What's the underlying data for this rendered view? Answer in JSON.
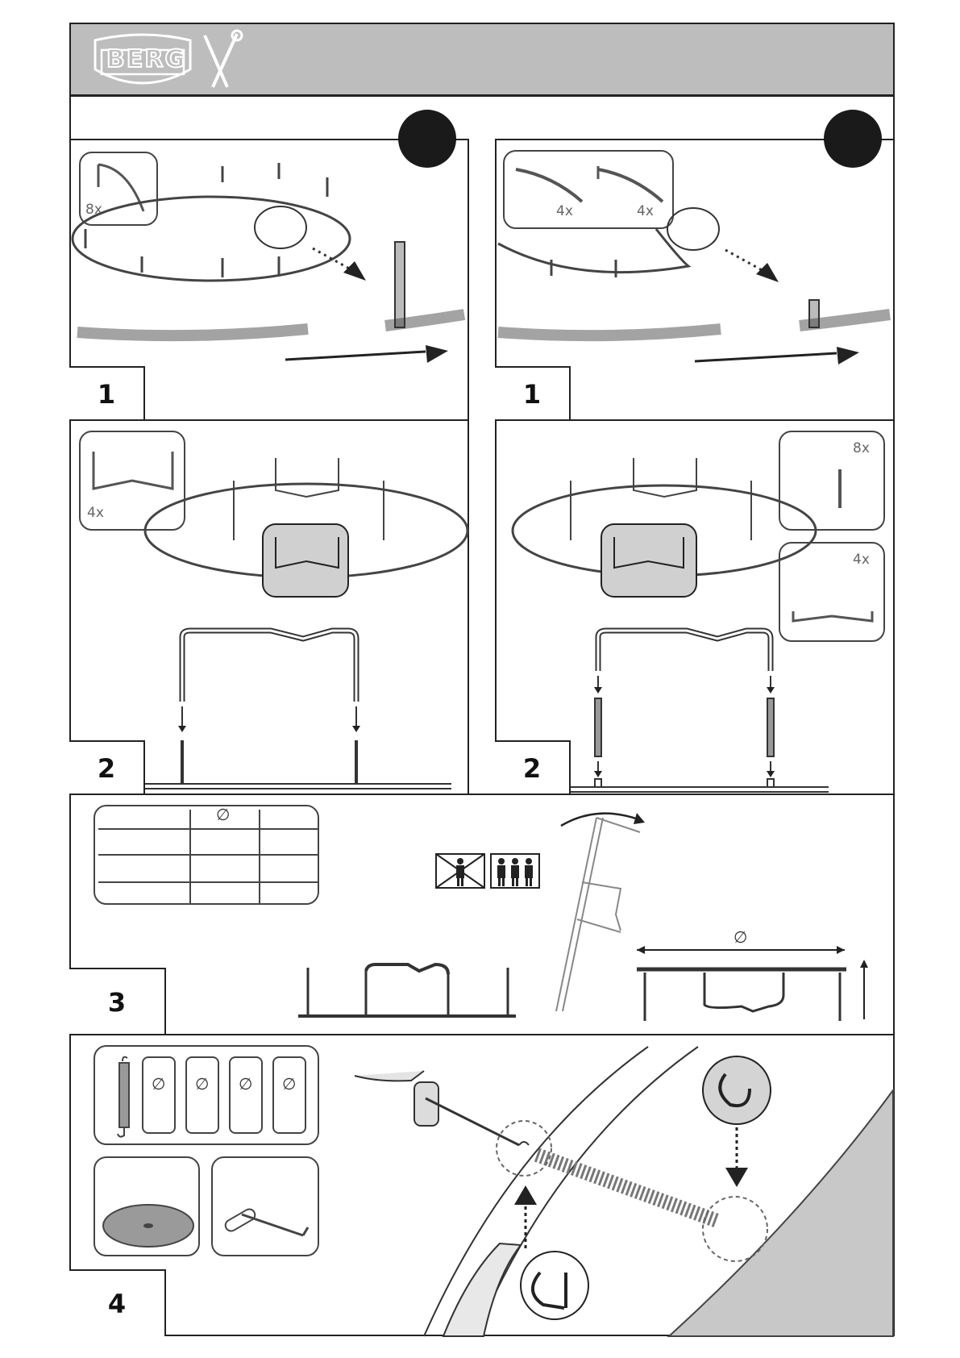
{
  "header": {
    "brand": "BERG",
    "logo_icon": "shield-logo",
    "tools_icon": "screwdriver-wrench-icon",
    "background": "#bdbdbd"
  },
  "steps": {
    "s1a": "1",
    "s1b": "1",
    "s2a": "2",
    "s2b": "2",
    "s3": "3",
    "s4": "4"
  },
  "quantities": {
    "p1a_rail": "8x",
    "p1b_rail_a": "4x",
    "p1b_rail_b": "4x",
    "p2a_leg": "4x",
    "p2b_tube": "8x",
    "p2b_leg": "4x"
  },
  "symbols": {
    "diameter": "∅"
  },
  "step3": {
    "table_header": "∅",
    "no_single_person_icon": "person-crossed-icon",
    "three_persons_icon": "three-persons-icon",
    "diameter": "∅"
  },
  "step4": {
    "spring_icon": "spring-icon",
    "sizes": [
      "∅",
      "∅",
      "∅",
      "∅"
    ],
    "mat_icon": "jumping-mat-icon",
    "tool_icon": "spring-hook-tool-icon"
  }
}
